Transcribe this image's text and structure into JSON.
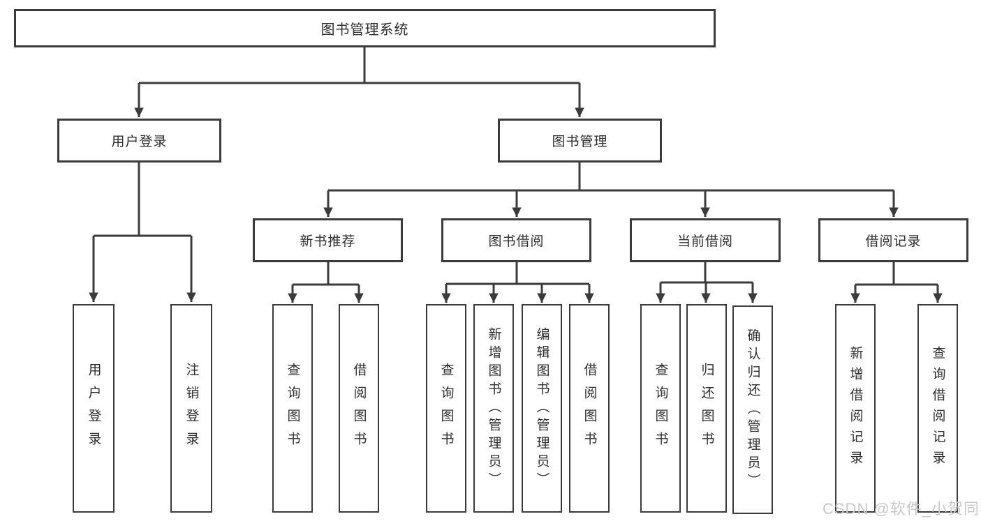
{
  "colors": {
    "bg": "#ffffff",
    "line": "#3b3b3b",
    "text": "#2e2e2e",
    "watermark": "#c8c8c8"
  },
  "watermark": {
    "text": "CSDN @软件_小贺同学"
  },
  "tree": {
    "label": "图书管理系统",
    "children": [
      {
        "label": "用户登录",
        "children": [
          {
            "label": "用户登录"
          },
          {
            "label": "注销登录"
          }
        ]
      },
      {
        "label": "图书管理",
        "children": [
          {
            "label": "新书推荐",
            "children": [
              {
                "label": "查询图书"
              },
              {
                "label": "借阅图书"
              }
            ]
          },
          {
            "label": "图书借阅",
            "children": [
              {
                "label": "查询图书"
              },
              {
                "label": "新增图书（管理员）"
              },
              {
                "label": "编辑图书（管理员）"
              },
              {
                "label": "借阅图书"
              }
            ]
          },
          {
            "label": "当前借阅",
            "children": [
              {
                "label": "查询图书"
              },
              {
                "label": "归还图书"
              },
              {
                "label": "确认归还（管理员）"
              }
            ]
          },
          {
            "label": "借阅记录",
            "children": [
              {
                "label": "新增借阅记录"
              },
              {
                "label": "查询借阅记录"
              }
            ]
          }
        ]
      }
    ]
  }
}
